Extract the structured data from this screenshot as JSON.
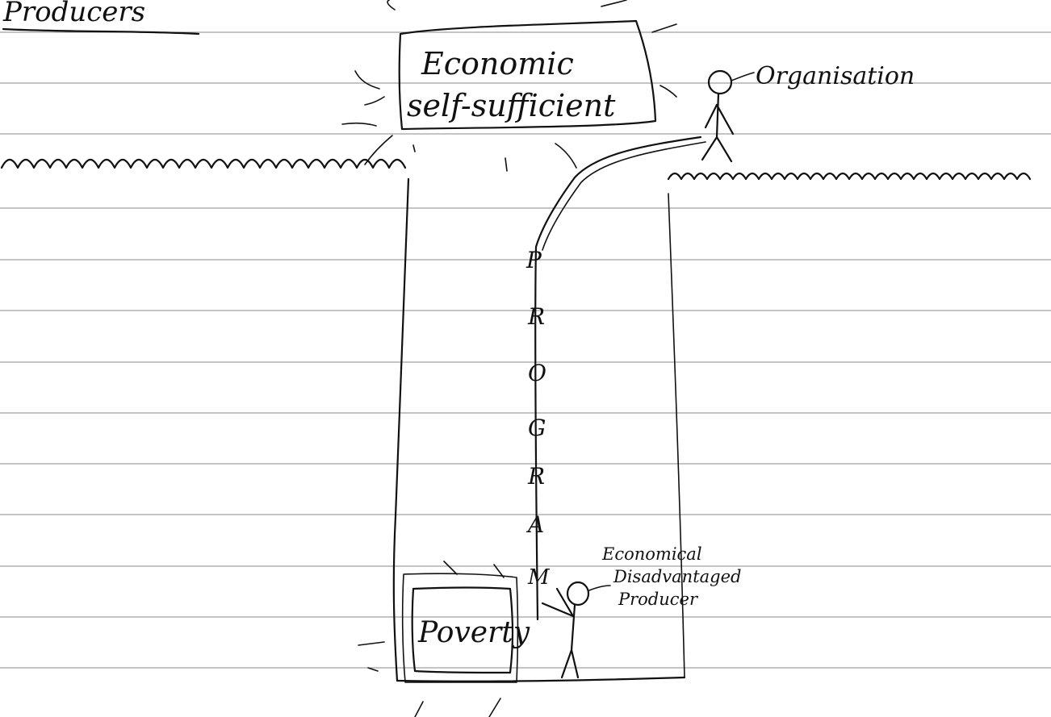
{
  "heading": "Producers",
  "goal_box": {
    "line1": "Economic",
    "line2": "self-sufficient"
  },
  "bottom_box": {
    "label": "Poverty"
  },
  "organisation_label": "Organisation",
  "producer_label": {
    "line1": "Economical",
    "line2": "Disadvantaged",
    "line3": "Producer"
  },
  "rope_letters": [
    "P",
    "R",
    "O",
    "G",
    "R",
    "A",
    "M"
  ]
}
